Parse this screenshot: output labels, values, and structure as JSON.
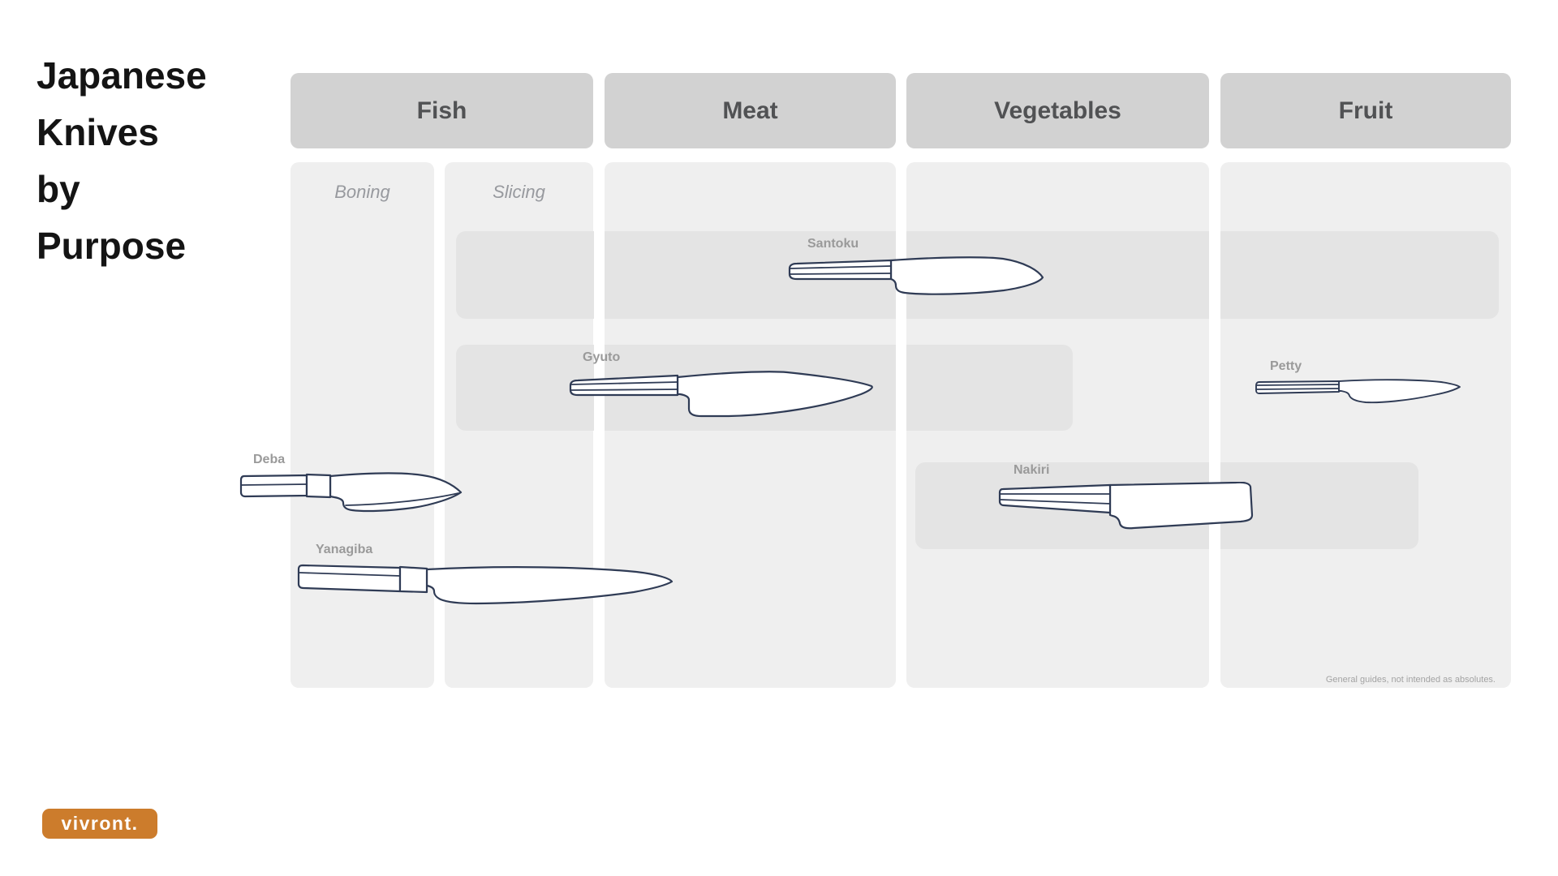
{
  "title": {
    "lines": [
      "Japanese",
      "Knives",
      "by",
      "Purpose"
    ]
  },
  "columns": [
    {
      "label": "Fish",
      "subcolumns": [
        {
          "label": "Boning"
        },
        {
          "label": "Slicing"
        }
      ]
    },
    {
      "label": "Meat"
    },
    {
      "label": "Vegetables"
    },
    {
      "label": "Fruit"
    }
  ],
  "knives": [
    {
      "name": "Santoku",
      "spans": [
        "Slicing",
        "Meat",
        "Vegetables",
        "Fruit"
      ]
    },
    {
      "name": "Gyuto",
      "spans": [
        "Slicing",
        "Meat",
        "Vegetables"
      ]
    },
    {
      "name": "Petty",
      "spans": [
        "Fruit"
      ]
    },
    {
      "name": "Deba",
      "spans": [
        "Boning"
      ]
    },
    {
      "name": "Nakiri",
      "spans": [
        "Vegetables",
        "Fruit"
      ]
    },
    {
      "name": "Yanagiba",
      "spans": [
        "Boning",
        "Slicing"
      ]
    }
  ],
  "footnote": "General guides, not intended as absolutes.",
  "brand": {
    "name": "vivront."
  },
  "colors": {
    "brand_orange": "#cc7c2c",
    "knife_ink": "#2f3b55",
    "header_bg": "#d2d2d2",
    "panel_bg": "#efefef",
    "band_bg": "#e4e4e4",
    "label_gray": "#9a9a9a"
  }
}
